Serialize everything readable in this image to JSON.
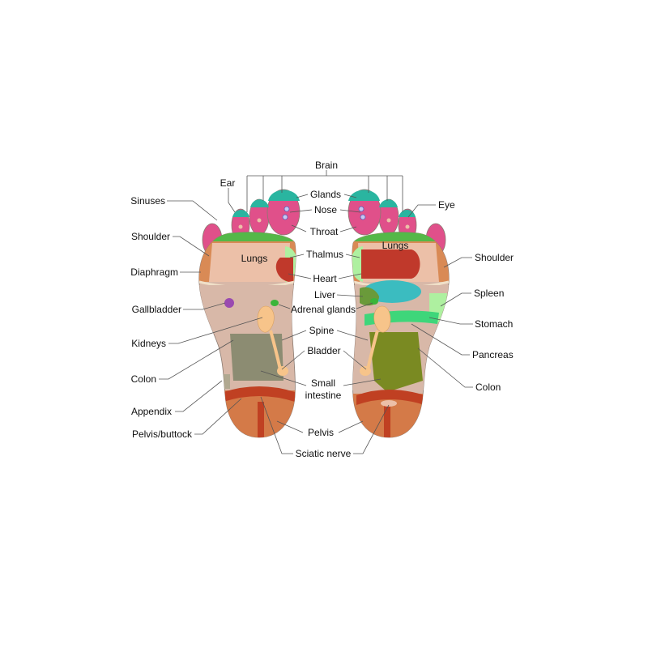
{
  "labels": {
    "brain": "Brain",
    "ear": "Ear",
    "sinuses": "Sinuses",
    "glands": "Glands",
    "nose": "Nose",
    "eye": "Eye",
    "throat": "Throat",
    "shoulder_left": "Shoulder",
    "shoulder_right": "Shoulder",
    "lungs_left": "Lungs",
    "lungs_right": "Lungs",
    "thalmus": "Thalmus",
    "diaphragm": "Diaphragm",
    "heart": "Heart",
    "liver": "Liver",
    "spleen": "Spleen",
    "adrenal_glands": "Adrenal glands",
    "gallbladder": "Gallbladder",
    "stomach": "Stomach",
    "spine": "Spine",
    "kidneys": "Kidneys",
    "bladder": "Bladder",
    "pancreas": "Pancreas",
    "colon_left": "Colon",
    "colon_right": "Colon",
    "small_intestine_1": "Small",
    "small_intestine_2": "intestine",
    "appendix": "Appendix",
    "pelvis_buttock": "Pelvis/buttock",
    "pelvis": "Pelvis",
    "sciatic_nerve": "Sciatic nerve"
  },
  "colors": {
    "toes": "#e0508a",
    "toe_tips": "#2ab5a0",
    "toe_base": "#54b848",
    "shoulder_zone": "#d98a55",
    "lungs": "#ecc0a8",
    "heart": "#c0392b",
    "liver": "#3bbcc0",
    "stomach_band": "#3ed67a",
    "spleen": "#aef0a0",
    "intestine": "#8c8c72",
    "colon_band": "#d8b8a8",
    "pancreas": "#7a8a22",
    "kidney": "#f7c48a",
    "pelvis": "#d47a48",
    "sciatic": "#c04022",
    "gallbladder": "#9a4ab0"
  }
}
